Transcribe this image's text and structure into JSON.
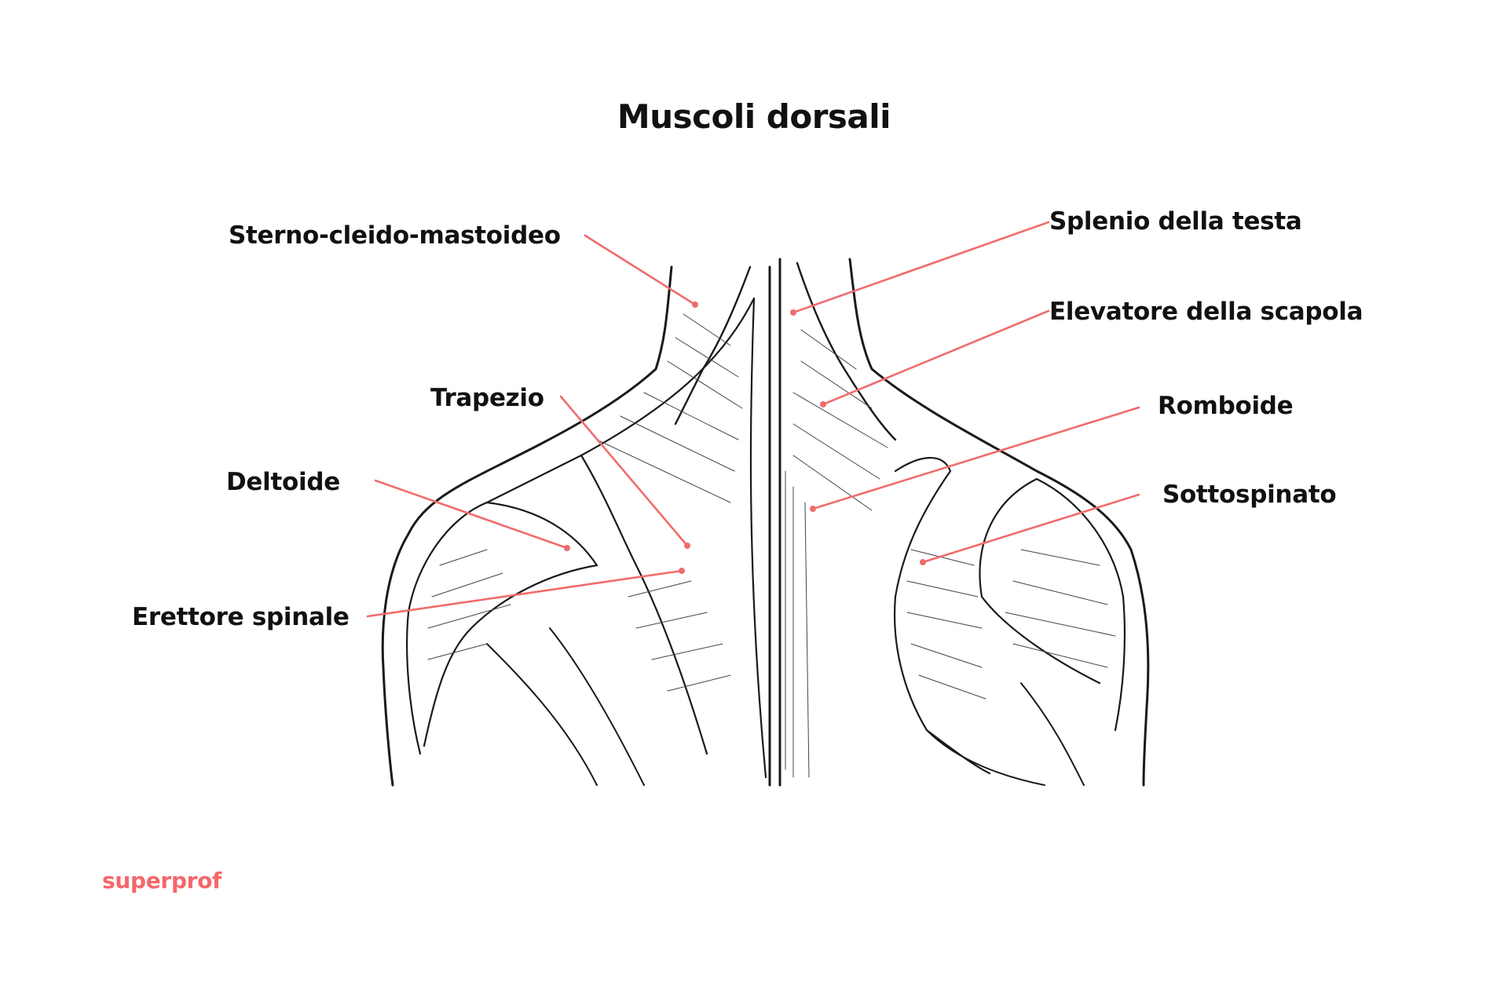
{
  "title": "Muscoli dorsali",
  "labels": {
    "sternocleidomastoid": "Sterno-cleido-mastoideo",
    "splenius": "Splenio della testa",
    "levator": "Elevatore della scapola",
    "trapezius": "Trapezio",
    "rhomboid": "Romboide",
    "deltoid": "Deltoide",
    "infraspinatus": "Sottospinato",
    "erector": "Erettore spinale"
  },
  "brand": "superprof",
  "colors": {
    "leader": "#f06c6c",
    "brand": "#f5676a",
    "ink": "#1a1a1a"
  }
}
